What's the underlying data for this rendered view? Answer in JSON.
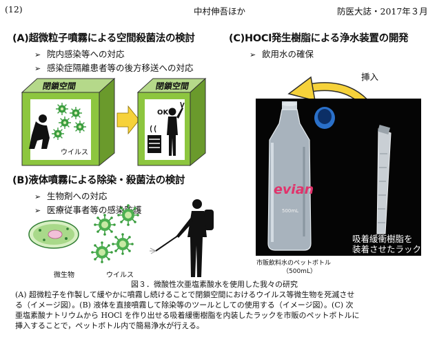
{
  "header": {
    "page_no": "(12)",
    "authors": "中村伸吾ほか",
    "journal": "防医大誌・2017年３月"
  },
  "panel_a": {
    "title": "(A)超微粒子噴霧による空間殺菌法の検討",
    "bullets": [
      "院内感染等への対応",
      "感染症隔離患者等の後方移送への対応"
    ],
    "box_label_1": "閉鎖空間",
    "box_label_2": "閉鎖空間",
    "virus_label": "ウイルス",
    "ok_label": "OK！"
  },
  "panel_b": {
    "title": "(B)液体噴霧による除染・殺菌法の検討",
    "bullets": [
      "生物剤への対応",
      "医療従事者等の感染防護"
    ],
    "microbe_label": "微生物",
    "virus_label": "ウイルス"
  },
  "panel_c": {
    "title": "(C)HOCl発生樹脂による浄水装置の開発",
    "bullets": [
      "飲用水の確保"
    ],
    "insert_label": "挿入",
    "bottle_brand": "evian",
    "bottle_volume": "500mL",
    "photo_note": [
      "吸着緩衝樹脂を",
      "装着させたラック"
    ],
    "bottle_caption": "市販飲料水のペットボトル",
    "bottle_caption_volume": "（500mL）"
  },
  "caption": {
    "title": "図３．微酸性次亜塩素酸水を使用した我々の研究",
    "lines": [
      "(A) 超微粒子を作製して緩やかに噴霧し続けることで閉鎖空間におけるウイルス等微生物を死滅させ",
      "る（イメージ図）。(B) 液体を直接噴霧して除染等のツールとしての使用する（イメージ図）。(C) 次",
      "亜塩素酸ナトリウムから HOCl を作り出せる吸着緩衝樹脂を内装したラックを市販のペットボトルに",
      "挿入することで，ペットボトル内で簡易浄水が行える。"
    ]
  },
  "colors": {
    "cube_face": "#8dc63f",
    "cube_top": "#b5d98a",
    "cube_side": "#6a9a2c",
    "arrow": "#f6d23a",
    "virus": "#3a9d3f",
    "photo_bg": "#050505"
  },
  "icons": [
    "right-arrow-icon",
    "curved-arrow-icon",
    "virus-icon",
    "person-icon",
    "sprayer-icon"
  ]
}
